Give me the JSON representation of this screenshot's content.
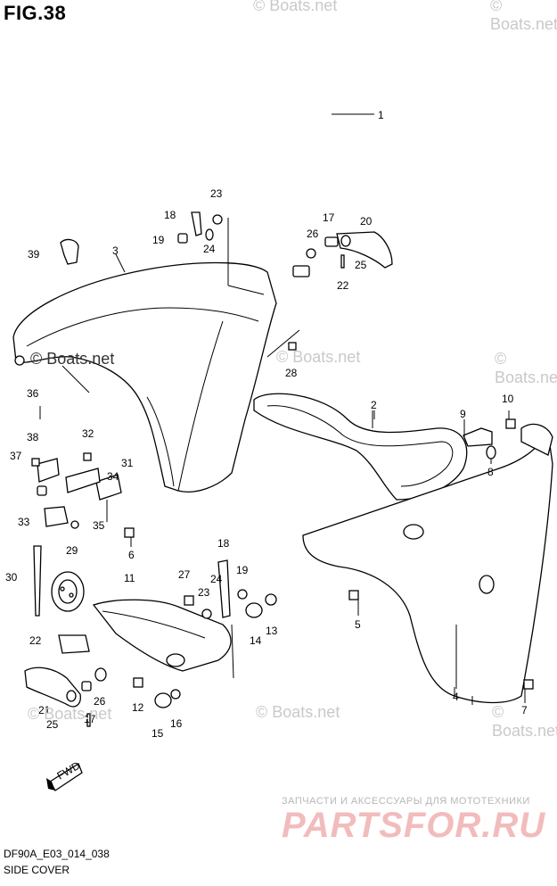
{
  "figure": {
    "title": "FIG.38",
    "code": "DF90A_E03_014_038",
    "caption": "SIDE COVER"
  },
  "watermark": "© Boats.net",
  "brand": {
    "subtitle": "ЗАПЧАСТИ И АКСЕССУАРЫ ДЛЯ МОТОТЕХНИКИ",
    "name": "PARTSFOR.RU",
    "color": "#f2bcbc"
  },
  "fwd_label": "FWD",
  "callouts": [
    "1",
    "2",
    "3",
    "4",
    "5",
    "6",
    "7",
    "8",
    "9",
    "10",
    "11",
    "12",
    "13",
    "14",
    "15",
    "16",
    "17",
    "18",
    "19",
    "20",
    "21",
    "22",
    "23",
    "24",
    "25",
    "26",
    "27",
    "28",
    "29",
    "30",
    "31",
    "32",
    "33",
    "34",
    "35",
    "36",
    "37",
    "38",
    "39",
    "17",
    "18",
    "19",
    "22",
    "23",
    "24",
    "25",
    "26"
  ]
}
